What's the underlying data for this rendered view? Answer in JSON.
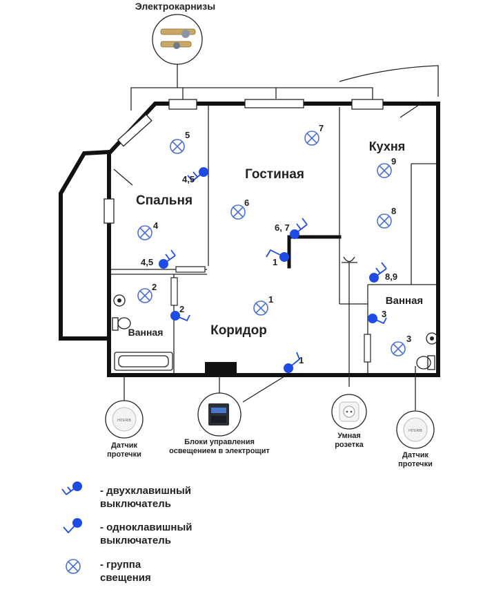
{
  "title": "Электрокарнизы",
  "rooms": {
    "bedroom": "Спальня",
    "living": "Гостиная",
    "kitchen": "Кухня",
    "corridor": "Коридор",
    "bath_left": "Ванная",
    "bath_right": "Ванная"
  },
  "lamp_labels": {
    "l5": "5",
    "l7": "7",
    "l9": "9",
    "l6": "6",
    "l8": "8",
    "l4": "4",
    "l2": "2",
    "l1": "1",
    "l3": "3"
  },
  "switch_labels": {
    "s_bed_top": "4,5",
    "s_bed_bottom": "4,5",
    "s_living": "6, 7",
    "s_living_single": "1",
    "s_kitchen": "8,9",
    "s_corridor": "2",
    "s_bath_right": "3",
    "s_entrance": "1"
  },
  "devices": {
    "leak_sensor_left": [
      "Датчик",
      "протечки"
    ],
    "control_blocks": [
      "Блоки управления",
      "освещением в электрощит"
    ],
    "smart_socket": [
      "Умная",
      "розетка"
    ],
    "leak_sensor_right": [
      "Датчик",
      "протечки"
    ],
    "sensor_brand": "HITERIB"
  },
  "legend": {
    "double_switch": [
      "- двухклавишный",
      "выключатель"
    ],
    "single_switch": [
      "- одноклавишный",
      "выключатель"
    ],
    "light_group": [
      "- группа",
      "свещения"
    ]
  },
  "colors": {
    "switch": "#1e4be6",
    "lamp": "#4a6fd6",
    "wall": "#111111"
  }
}
